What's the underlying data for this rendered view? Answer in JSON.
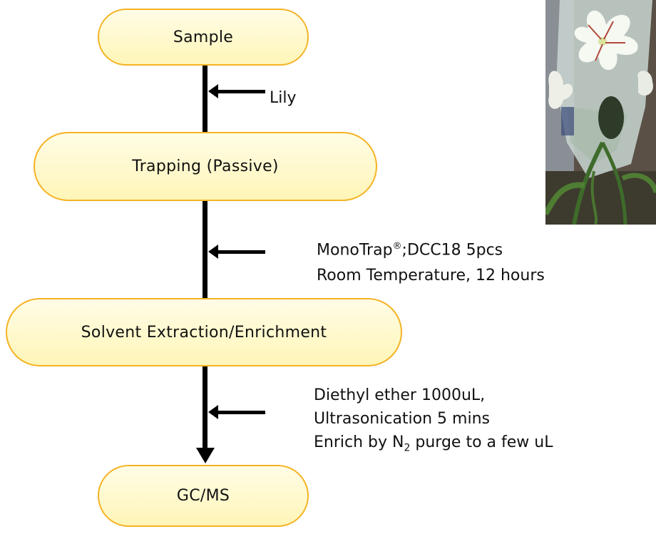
{
  "nodes": {
    "sample": "Sample",
    "trapping": "Trapping (Passive)",
    "extraction": "Solvent Extraction/Enrichment",
    "gcms": "GC/MS"
  },
  "annotations": {
    "sample_input": "Lily",
    "trap_line1_name": "MonoTrap",
    "trap_line1_reg": "®",
    "trap_line1_rest": ";DCC18  5pcs",
    "trap_line2": "Room Temperature, 12 hours",
    "extract_line1": "Diethyl ether  1000uL,",
    "extract_line2": "Ultrasonication 5 mins",
    "extract_line3_pre": "Enrich by N",
    "extract_line3_sub": "2",
    "extract_line3_post": " purge to a few uL"
  },
  "colors": {
    "node_border": "#f4b324",
    "node_fill": "#fff5b8",
    "arrow": "#000000"
  },
  "photo": {
    "subject": "white lily flowers inside a trapping bag",
    "icon": "lily-photo"
  }
}
